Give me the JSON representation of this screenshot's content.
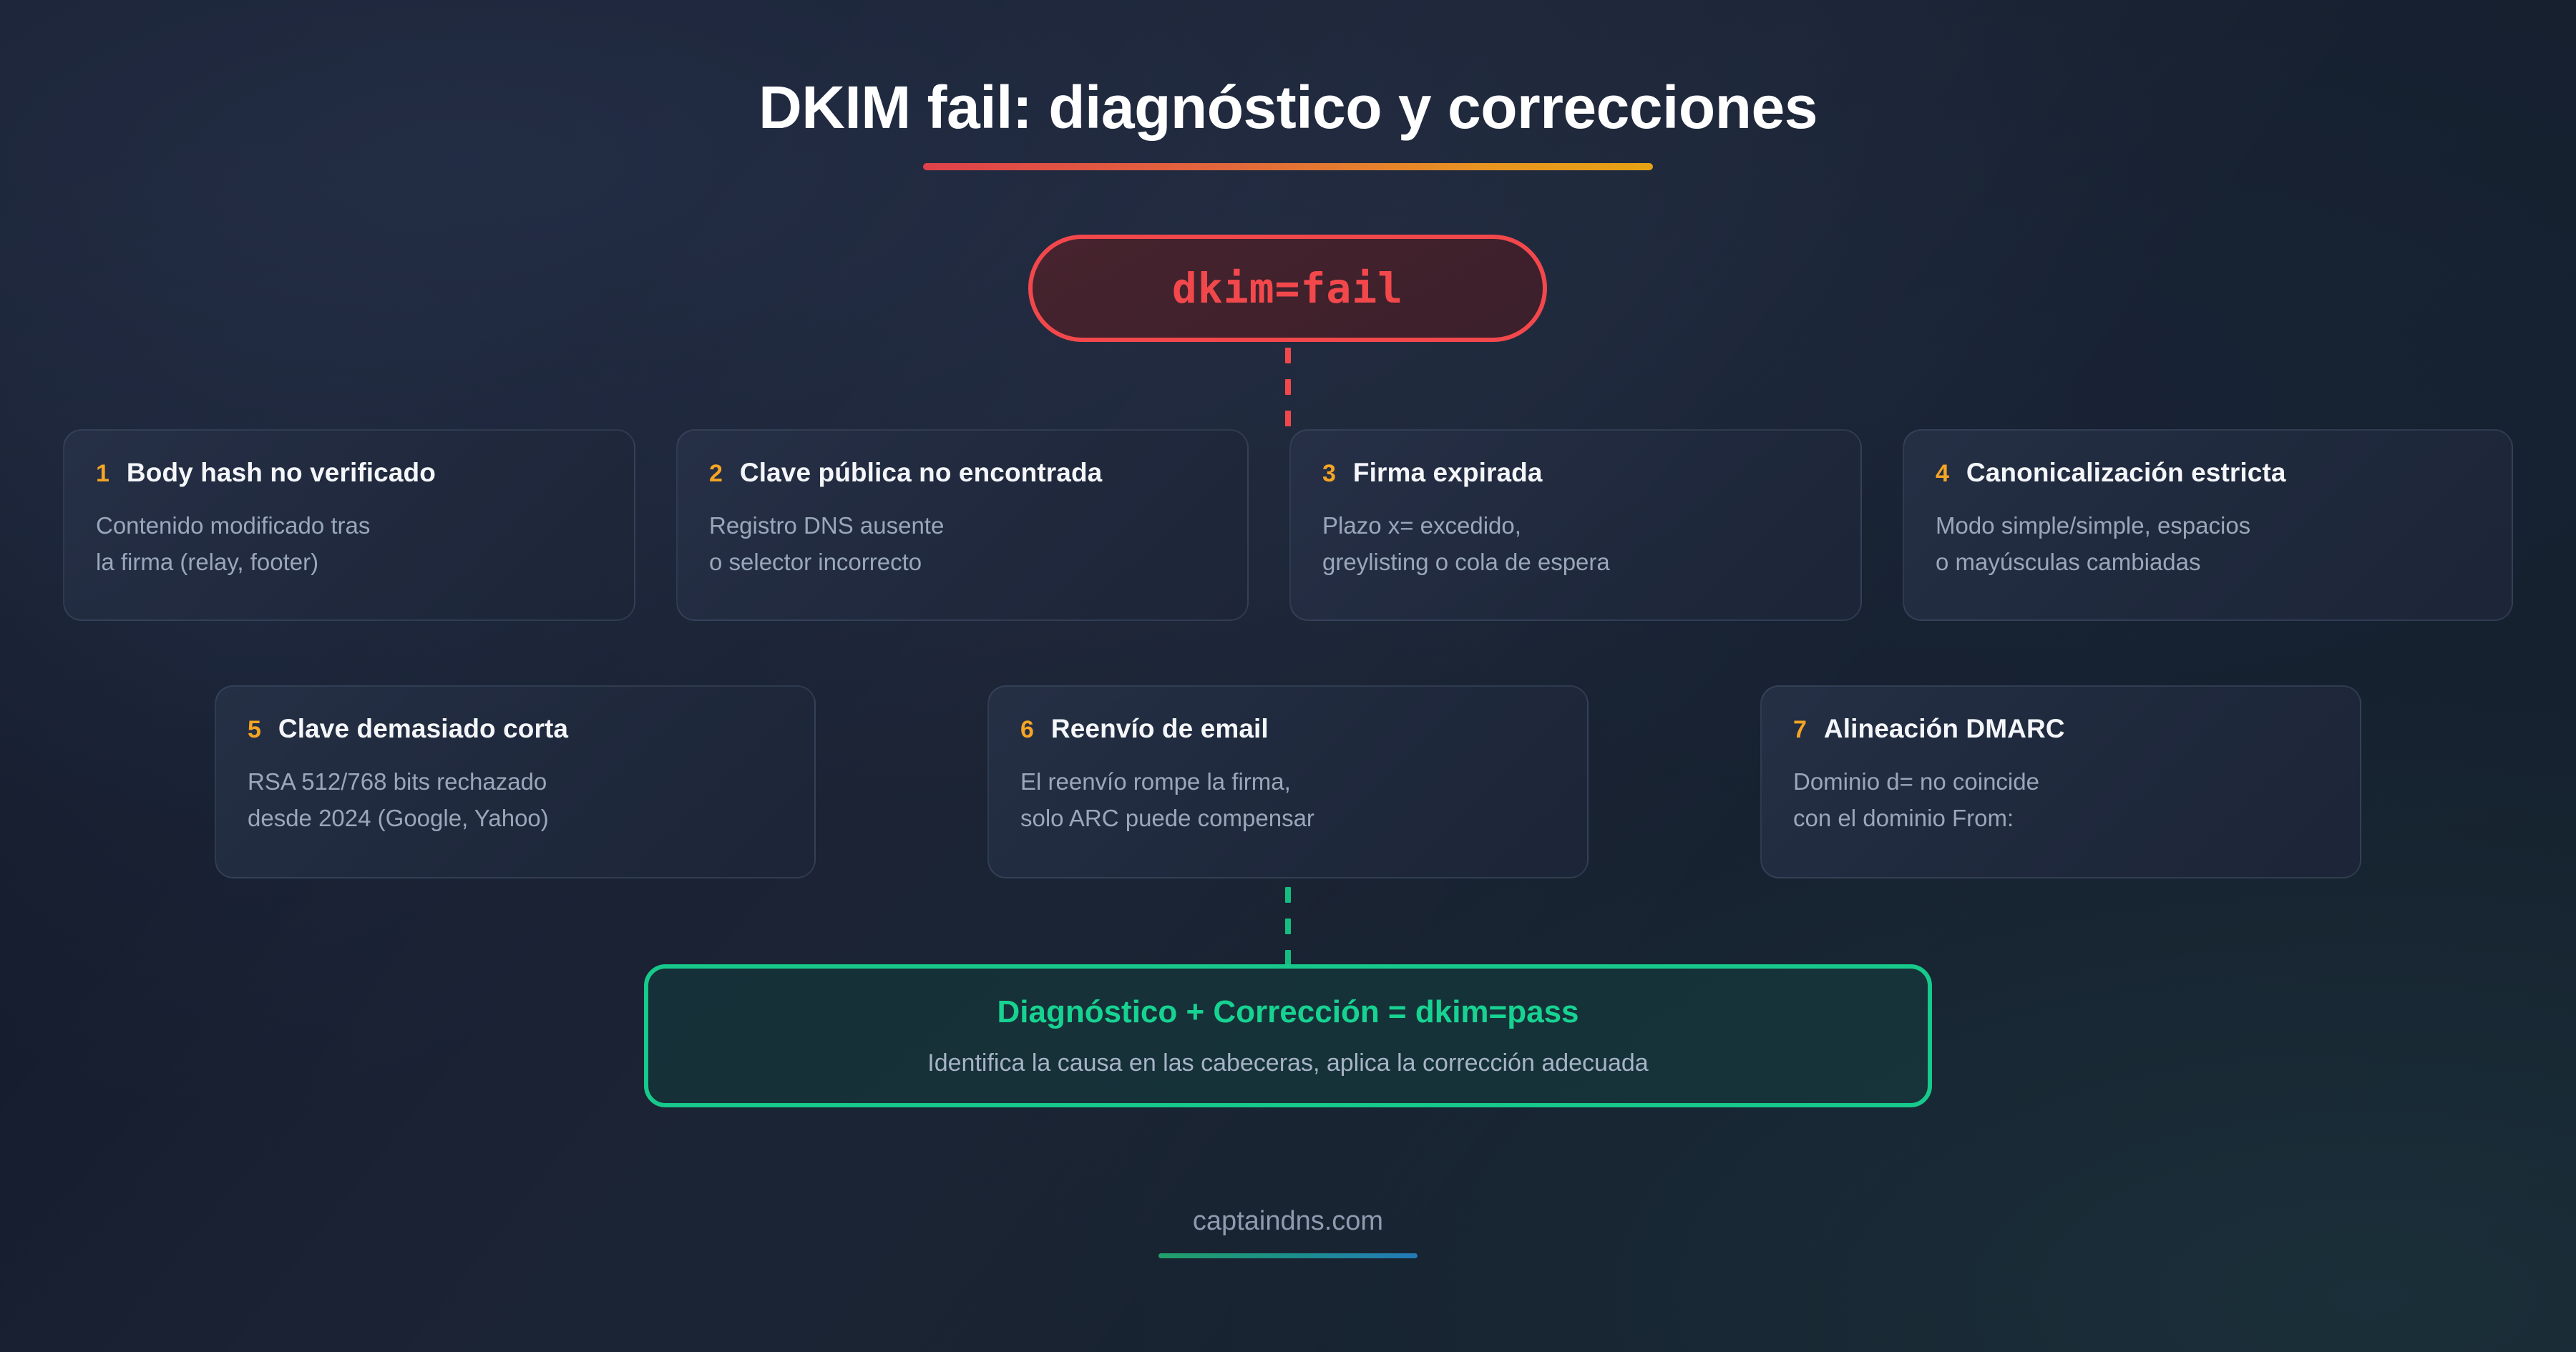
{
  "title": {
    "text": "DKIM fail: diagnóstico y correcciones",
    "rule_gradient": [
      "#e0414b",
      "#e6a214"
    ]
  },
  "badge": {
    "label": "dkim=fail",
    "border_color": "#f2484c",
    "text_color": "#f2484c"
  },
  "connectors": {
    "top_color": "#f2484c",
    "bottom_color": "#15bd80"
  },
  "cards": [
    {
      "number": "1",
      "title": "Body hash no verificado",
      "desc": "Contenido modificado tras\nla firma (relay, footer)"
    },
    {
      "number": "2",
      "title": "Clave pública no encontrada",
      "desc": "Registro DNS ausente\no selector incorrecto"
    },
    {
      "number": "3",
      "title": "Firma expirada",
      "desc": "Plazo x= excedido,\ngreylisting o cola de espera"
    },
    {
      "number": "4",
      "title": "Canonicalización estricta",
      "desc": "Modo simple/simple, espacios\no mayúsculas cambiadas"
    },
    {
      "number": "5",
      "title": "Clave demasiado corta",
      "desc": "RSA 512/768 bits rechazado\ndesde 2024 (Google, Yahoo)"
    },
    {
      "number": "6",
      "title": "Reenvío de email",
      "desc": "El reenvío rompe la firma,\nsolo ARC puede compensar"
    },
    {
      "number": "7",
      "title": "Alineación DMARC",
      "desc": "Dominio d= no coincide\ncon el dominio From:"
    }
  ],
  "result": {
    "title": "Diagnóstico + Corrección = dkim=pass",
    "subtitle": "Identifica la causa en las cabeceras, aplica la corrección adecuada",
    "border_color": "#17c98b",
    "title_color": "#17d391"
  },
  "footer": {
    "text": "captaindns.com",
    "rule_gradient": [
      "#21a06a",
      "#2479b8"
    ]
  },
  "theme": {
    "background": "#151d2e",
    "card_background": "#222c41",
    "accent_number": "#f5a524",
    "title_text": "#ffffff",
    "body_text": "#9aa7bb"
  }
}
